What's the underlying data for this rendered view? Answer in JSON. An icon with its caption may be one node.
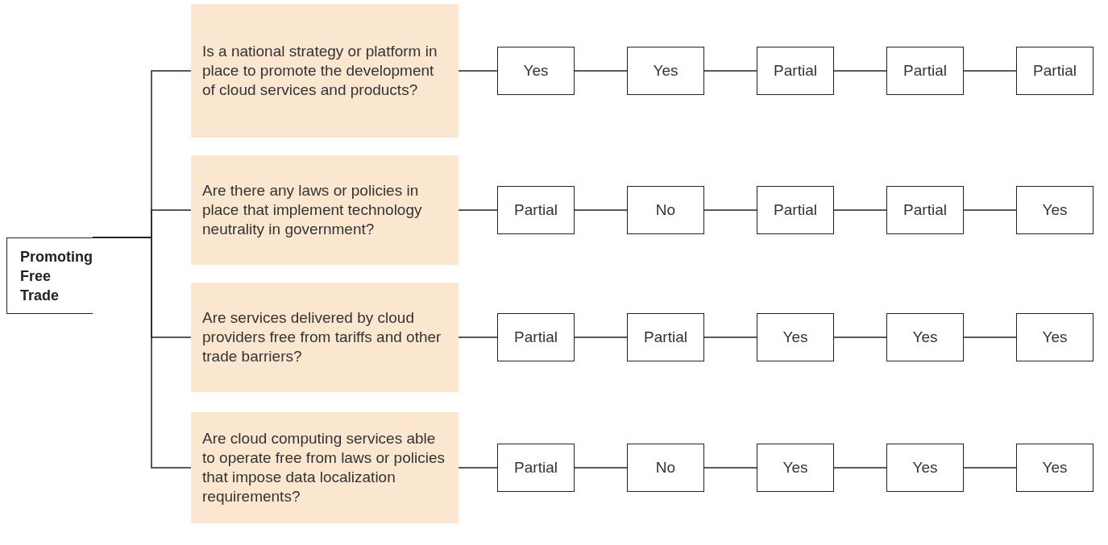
{
  "diagram": {
    "nodes": [
      {
        "text": [
          "Promoting Free Trade"
        ]
      },
      {
        "text": [
          "Is a national strategy or platform in place to promote the development of cloud services and products?"
        ]
      },
      {
        "text": [
          "Yes"
        ]
      },
      {
        "text": [
          "Yes"
        ]
      },
      {
        "text": [
          "Partial"
        ]
      },
      {
        "text": [
          "Partial"
        ]
      },
      {
        "text": [
          "Partial"
        ]
      },
      {
        "text": [
          "Are there any laws or policies in place that implement technology neutrality in government?"
        ]
      },
      {
        "text": [
          "Partial"
        ]
      },
      {
        "text": [
          "No"
        ]
      },
      {
        "text": [
          "Partial"
        ]
      },
      {
        "text": [
          "Partial"
        ]
      },
      {
        "text": [
          "Yes"
        ]
      },
      {
        "text": [
          "Are services delivered by cloud providers free from tariffs and other trade barriers?"
        ]
      },
      {
        "text": [
          "Partial"
        ]
      },
      {
        "text": [
          "Partial"
        ]
      },
      {
        "text": [
          "Yes"
        ]
      },
      {
        "text": [
          "Yes"
        ]
      },
      {
        "text": [
          "Yes"
        ]
      },
      {
        "text": [
          "Are cloud computing services able to operate free from laws or policies that impose data localization requirements?"
        ]
      },
      {
        "text": [
          "Partial"
        ]
      },
      {
        "text": [
          "No"
        ]
      },
      {
        "text": [
          "Yes"
        ]
      },
      {
        "text": [
          "Yes"
        ]
      },
      {
        "text": [
          "Yes"
        ]
      }
    ],
    "edges": [
      {
        "from": 0,
        "to": 1,
        "arrow": "none"
      },
      {
        "from": 0,
        "to": 7,
        "arrow": "none"
      },
      {
        "from": 0,
        "to": 13,
        "arrow": "none"
      },
      {
        "from": 0,
        "to": 19,
        "arrow": "none"
      },
      {
        "from": 1,
        "to": 2,
        "arrow": "none"
      },
      {
        "from": 2,
        "to": 3,
        "arrow": "none"
      },
      {
        "from": 3,
        "to": 4,
        "arrow": "none"
      },
      {
        "from": 4,
        "to": 5,
        "arrow": "none"
      },
      {
        "from": 5,
        "to": 6,
        "arrow": "none"
      },
      {
        "from": 7,
        "to": 8,
        "arrow": "none"
      },
      {
        "from": 8,
        "to": 9,
        "arrow": "none"
      },
      {
        "from": 9,
        "to": 10,
        "arrow": "none"
      },
      {
        "from": 10,
        "to": 11,
        "arrow": "none"
      },
      {
        "from": 11,
        "to": 12,
        "arrow": "none"
      },
      {
        "from": 13,
        "to": 14,
        "arrow": "none"
      },
      {
        "from": 14,
        "to": 15,
        "arrow": "none"
      },
      {
        "from": 15,
        "to": 16,
        "arrow": "none"
      },
      {
        "from": 16,
        "to": 17,
        "arrow": "none"
      },
      {
        "from": 17,
        "to": 18,
        "arrow": "none"
      },
      {
        "from": 19,
        "to": 20,
        "arrow": "none"
      },
      {
        "from": 20,
        "to": 21,
        "arrow": "none"
      },
      {
        "from": 21,
        "to": 22,
        "arrow": "none"
      },
      {
        "from": 22,
        "to": 23,
        "arrow": "none"
      },
      {
        "from": 23,
        "to": 24,
        "arrow": "none"
      }
    ]
  }
}
